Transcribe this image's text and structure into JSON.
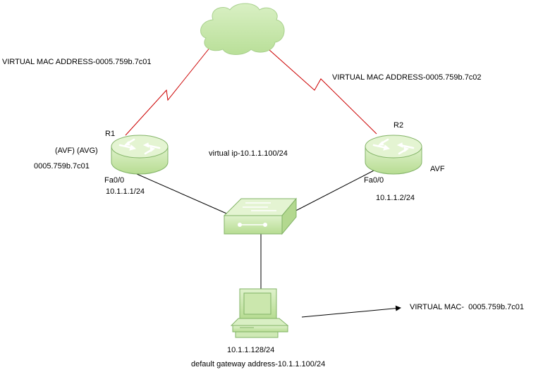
{
  "links": {
    "r1_wan_mac": "VIRTUAL MAC ADDRESS-0005.759b.7c01",
    "r2_wan_mac": "VIRTUAL MAC ADDRESS-0005.759b.7c02",
    "virtual_ip": "virtual ip-10.1.1.100/24"
  },
  "r1": {
    "name": "R1",
    "roles": "(AVF) (AVG)",
    "mac": "0005.759b.7c01",
    "interface": "Fa0/0",
    "ip": "10.1.1.1/24"
  },
  "r2": {
    "name": "R2",
    "role": "AVF",
    "interface": "Fa0/0",
    "ip": "10.1.1.2/24"
  },
  "host": {
    "ip": "10.1.1.128/24",
    "gateway": "default gateway address-10.1.1.100/24",
    "resolved_mac": "VIRTUAL MAC-  0005.759b.7c01"
  },
  "icons": [
    "cloud-icon",
    "router-icon",
    "router-icon",
    "switch-icon",
    "pc-icon"
  ],
  "colors": {
    "device_fill": "#cde8b0",
    "device_stroke": "#82b366",
    "wan_link": "#cc0000",
    "lan_link": "#000000"
  }
}
